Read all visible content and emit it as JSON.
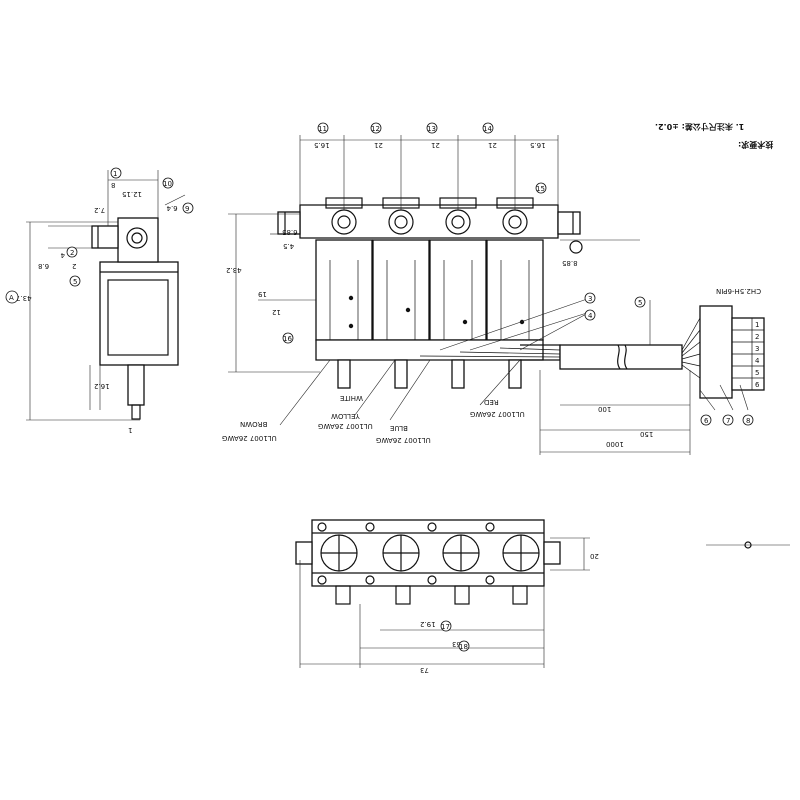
{
  "notes": {
    "line1": "1. 未注尺寸公差:  ±0.2.",
    "line2": "技术要求:"
  },
  "views": {
    "side": {
      "dims": [
        "8",
        "12.15",
        "7.2",
        "6.4",
        "4",
        "43.7",
        "6.8",
        "2",
        "16.2",
        "1"
      ],
      "balloons": [
        "1",
        "9",
        "10",
        "2",
        "5",
        "A"
      ]
    },
    "front": {
      "dims": [
        "16.5",
        "21",
        "21",
        "21",
        "16.5",
        "4.5",
        "6.85",
        "43.2",
        "19",
        "12",
        "8.85",
        "100",
        "150",
        "1000"
      ],
      "labels": [
        "UL1007 26AWG",
        "UL1007 26AWG",
        "UL1007 26AWG",
        "UL1007 26AWG",
        "YELLOW",
        "WHITE",
        "BLUE",
        "RED",
        "BROWN"
      ],
      "connector_label": "CH2.5H-6PIN",
      "pin_labels": [
        "1",
        "2",
        "3",
        "4",
        "5",
        "6"
      ],
      "balloons": [
        "11",
        "12",
        "13",
        "14",
        "15",
        "16",
        "3",
        "4",
        "5",
        "6",
        "7",
        "8"
      ]
    },
    "bottom": {
      "dims": [
        "19.2",
        "63",
        "73",
        "20"
      ],
      "balloons": [
        "17",
        "18"
      ]
    }
  }
}
